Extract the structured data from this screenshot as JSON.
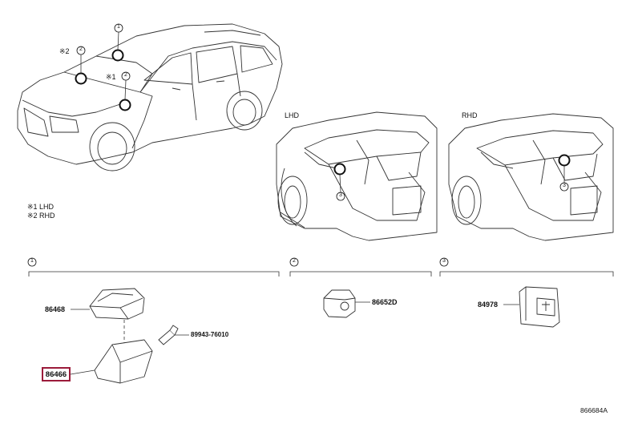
{
  "legend": {
    "note_lhd": "※1 LHD",
    "note_rhd": "※2 RHD",
    "mark_1": "※1",
    "mark_2": "※2"
  },
  "views": {
    "left_hand_drive": "LHD",
    "right_hand_drive": "RHD"
  },
  "callouts": {
    "top_circle": "1",
    "left_circle": "2",
    "right_circle": "2",
    "lhd_circle": "3",
    "rhd_circle": "3"
  },
  "sections": {
    "section_1": "1",
    "section_2": "2",
    "section_3": "3"
  },
  "parts": {
    "part_86468": "86468",
    "part_86466": "86466",
    "part_screw": "89943-76010",
    "part_86652d": "86652D",
    "part_84978": "84978"
  },
  "diagram_id": "866684A",
  "colors": {
    "line": "#333333",
    "highlight": "#9b1b3a"
  }
}
